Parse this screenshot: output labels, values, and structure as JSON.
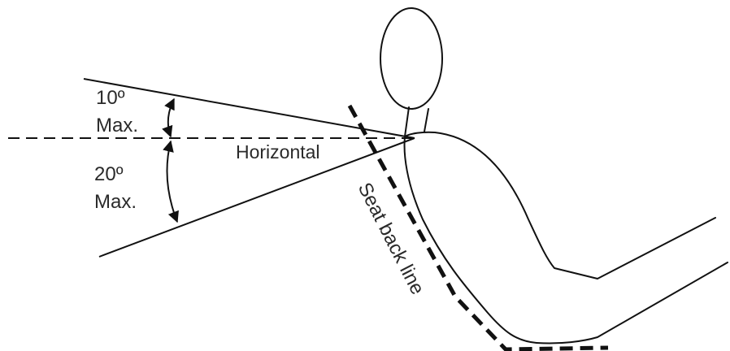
{
  "labels": {
    "upper_angle_value": "10º",
    "upper_angle_qualifier": "Max.",
    "lower_angle_value": "20º",
    "lower_angle_qualifier": "Max.",
    "horizontal": "Horizontal",
    "seat_back_line": "Seat back line"
  },
  "angles_deg": {
    "upper_max": 10,
    "lower_max": 20
  },
  "colors": {
    "line": "#111111",
    "text": "#2a2a2a",
    "background": "#ffffff"
  }
}
